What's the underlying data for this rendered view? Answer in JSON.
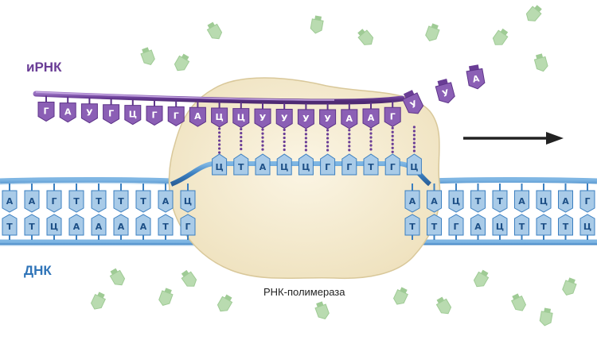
{
  "labels": {
    "mrna": "иРНК",
    "dna": "ДНК",
    "polymerase": "РНК-полимераза"
  },
  "colors": {
    "mrna_strand": "#6a3d96",
    "mrna_base": "#8b5fb5",
    "dna_strand": "#3b7fc0",
    "dna_base": "#a9cbe8",
    "polymerase": "#f4ead0",
    "free_nucleotide": "#b9dbb0",
    "arrow": "#222222"
  },
  "mrna_chain": [
    "Г",
    "А",
    "У",
    "Г",
    "Ц",
    "Г",
    "Г",
    "А",
    "Ц",
    "Ц",
    "У",
    "У",
    "У",
    "У",
    "А",
    "А",
    "Г"
  ],
  "incoming_nucleotides": [
    "У",
    "У",
    "А"
  ],
  "dna_template_in_bubble": [
    "Ц",
    "Т",
    "А",
    "Ц",
    "Ц",
    "Г",
    "Г",
    "Т",
    "Г",
    "Ц"
  ],
  "dna_left_top": [
    "А",
    "А",
    "Г",
    "Т",
    "Т",
    "Т",
    "Т",
    "А",
    "Ц"
  ],
  "dna_left_bottom": [
    "Т",
    "Т",
    "Ц",
    "А",
    "А",
    "А",
    "А",
    "Т",
    "Г"
  ],
  "dna_right_top": [
    "А",
    "А",
    "Ц",
    "Т",
    "Т",
    "А",
    "Ц",
    "А",
    "Г"
  ],
  "dna_right_bottom": [
    "Т",
    "Т",
    "Г",
    "А",
    "Ц",
    "Т",
    "Т",
    "Т",
    "Ц"
  ]
}
